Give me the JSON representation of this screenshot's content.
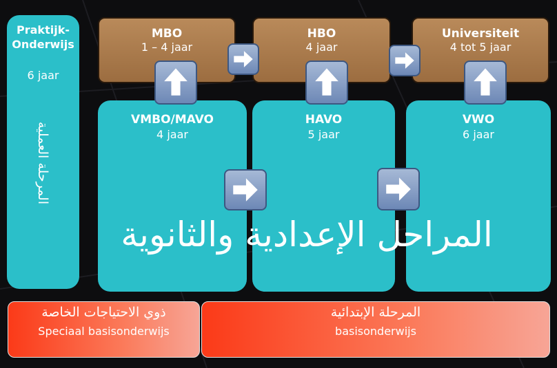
{
  "praktijk": {
    "title_line1": "Praktijk-",
    "title_line2": "Onderwijs",
    "duration": "6 jaar",
    "arabic": "المرحلة العملية"
  },
  "upper": [
    {
      "name": "MBO",
      "duration": "1 – 4 jaar"
    },
    {
      "name": "HBO",
      "duration": "4 jaar"
    },
    {
      "name": "Universiteit",
      "duration": "4 tot 5 jaar"
    }
  ],
  "secondary": [
    {
      "name": "VMBO/MAVO",
      "duration": "4 jaar"
    },
    {
      "name": "HAVO",
      "duration": "5 jaar"
    },
    {
      "name": "VWO",
      "duration": "6 jaar"
    }
  ],
  "secondary_arabic": "المراحل الإعدادية والثانوية",
  "primary": {
    "special": {
      "arabic": "ذوي الاحتياجات الخاصة",
      "dutch": "Speciaal basisonderwijs"
    },
    "regular": {
      "arabic": "المرحلة الإبتدائية",
      "dutch": "basisonderwijs"
    }
  },
  "colors": {
    "teal": "#2bbfc9",
    "brown": "#a97a4c",
    "arrow": "#8aa3cb",
    "red": "#fb3a18"
  }
}
